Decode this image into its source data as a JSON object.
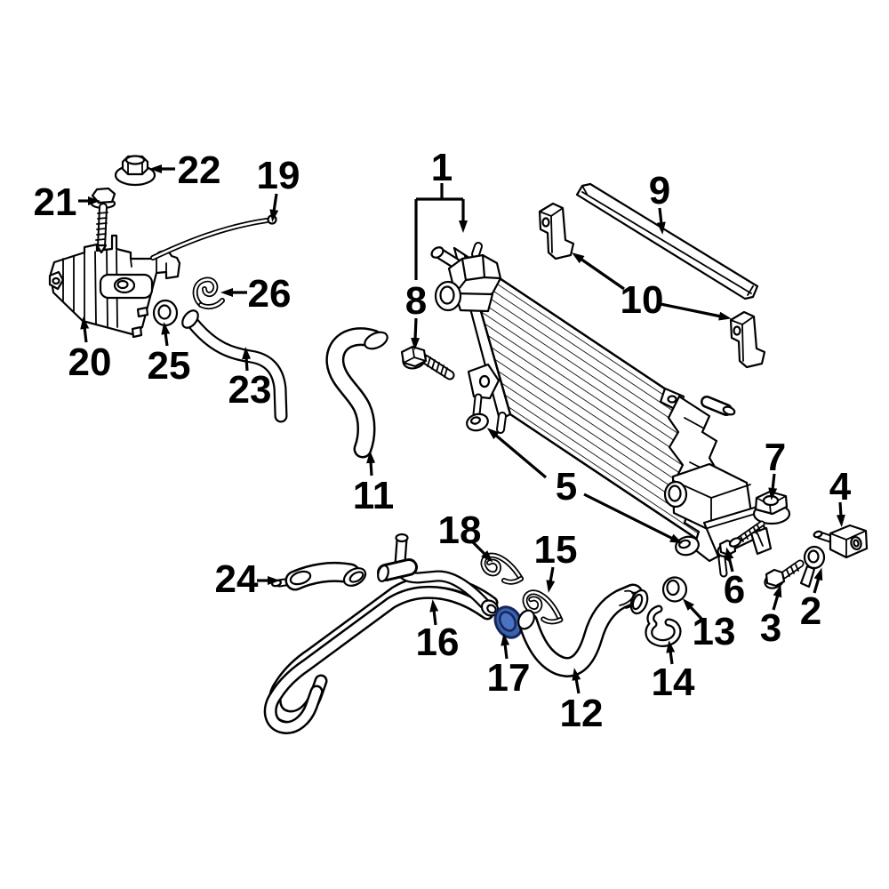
{
  "diagram": {
    "type": "exploded-parts-diagram",
    "background_color": "#ffffff",
    "line_color": "#000000",
    "highlight_color": "#3a62ae",
    "highlight_inner_color": "#4a74bf",
    "highlight_stroke": "#16265a",
    "highlighted_part": "17"
  },
  "callouts": [
    {
      "id": 1,
      "label": "1"
    },
    {
      "id": 2,
      "label": "2"
    },
    {
      "id": 3,
      "label": "3"
    },
    {
      "id": 4,
      "label": "4"
    },
    {
      "id": 5,
      "label": "5"
    },
    {
      "id": 6,
      "label": "6"
    },
    {
      "id": 7,
      "label": "7"
    },
    {
      "id": 8,
      "label": "8"
    },
    {
      "id": 9,
      "label": "9"
    },
    {
      "id": 10,
      "label": "10"
    },
    {
      "id": 11,
      "label": "11"
    },
    {
      "id": 12,
      "label": "12"
    },
    {
      "id": 13,
      "label": "13"
    },
    {
      "id": 14,
      "label": "14"
    },
    {
      "id": 15,
      "label": "15"
    },
    {
      "id": 16,
      "label": "16"
    },
    {
      "id": 17,
      "label": "17"
    },
    {
      "id": 18,
      "label": "18"
    },
    {
      "id": 19,
      "label": "19"
    },
    {
      "id": 20,
      "label": "20"
    },
    {
      "id": 21,
      "label": "21"
    },
    {
      "id": 22,
      "label": "22"
    },
    {
      "id": 23,
      "label": "23"
    },
    {
      "id": 24,
      "label": "24"
    },
    {
      "id": 25,
      "label": "25"
    },
    {
      "id": 26,
      "label": "26"
    }
  ]
}
